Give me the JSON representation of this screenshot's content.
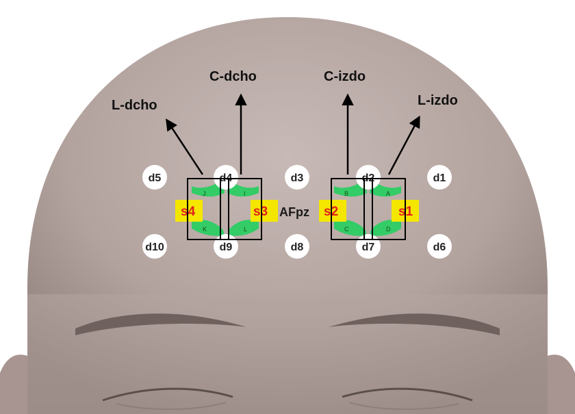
{
  "labels": {
    "l_dcho": "L-dcho",
    "c_dcho": "C-dcho",
    "c_izdo": "C-izdo",
    "l_izdo": "L-izdo"
  },
  "center_label": "AFpz",
  "detectors": {
    "d1": "d1",
    "d2": "d2",
    "d3": "d3",
    "d4": "d4",
    "d5": "d5",
    "d6": "d6",
    "d7": "d7",
    "d8": "d8",
    "d9": "d9",
    "d10": "d10"
  },
  "sources": {
    "s1": "s1",
    "s2": "s2",
    "s3": "s3",
    "s4": "s4"
  },
  "channels": {
    "A": "A",
    "B": "B",
    "C": "C",
    "D": "D",
    "I": "I",
    "J": "J",
    "K": "K",
    "L": "L"
  },
  "colors": {
    "skin": "#b7a8a4",
    "source_fill": "#f5e600",
    "source_text": "#e0201c",
    "channel_fill": "#33cc66",
    "detector_fill": "#ffffff"
  }
}
